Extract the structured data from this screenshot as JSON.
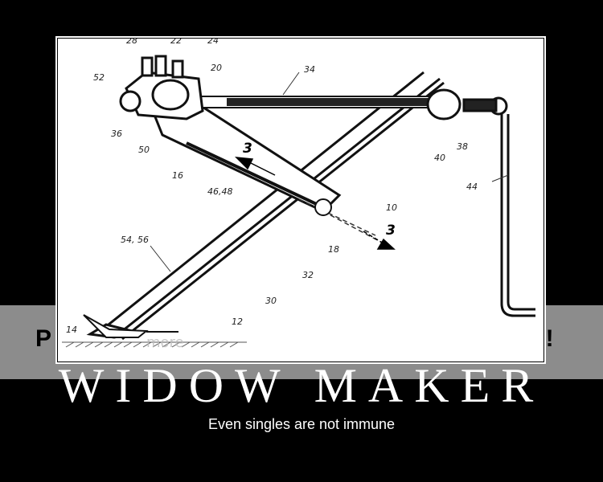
{
  "poster": {
    "title": "WIDOW MAKER",
    "subtitle": "Even singles are not immune"
  },
  "background_band": {
    "left_text": "P",
    "right_text": "s!",
    "color": "#8c8c8c"
  },
  "drawing": {
    "labels": [
      "28",
      "22",
      "24",
      "20",
      "52",
      "34",
      "36",
      "50",
      "16",
      "3",
      "46,48",
      "10",
      "38",
      "40",
      "44",
      "3",
      "18",
      "54, 56",
      "32",
      "30",
      "14",
      "12"
    ],
    "watermark": "more"
  },
  "colors": {
    "background": "#000000",
    "frame": "#ffffff",
    "text": "#ffffff"
  }
}
